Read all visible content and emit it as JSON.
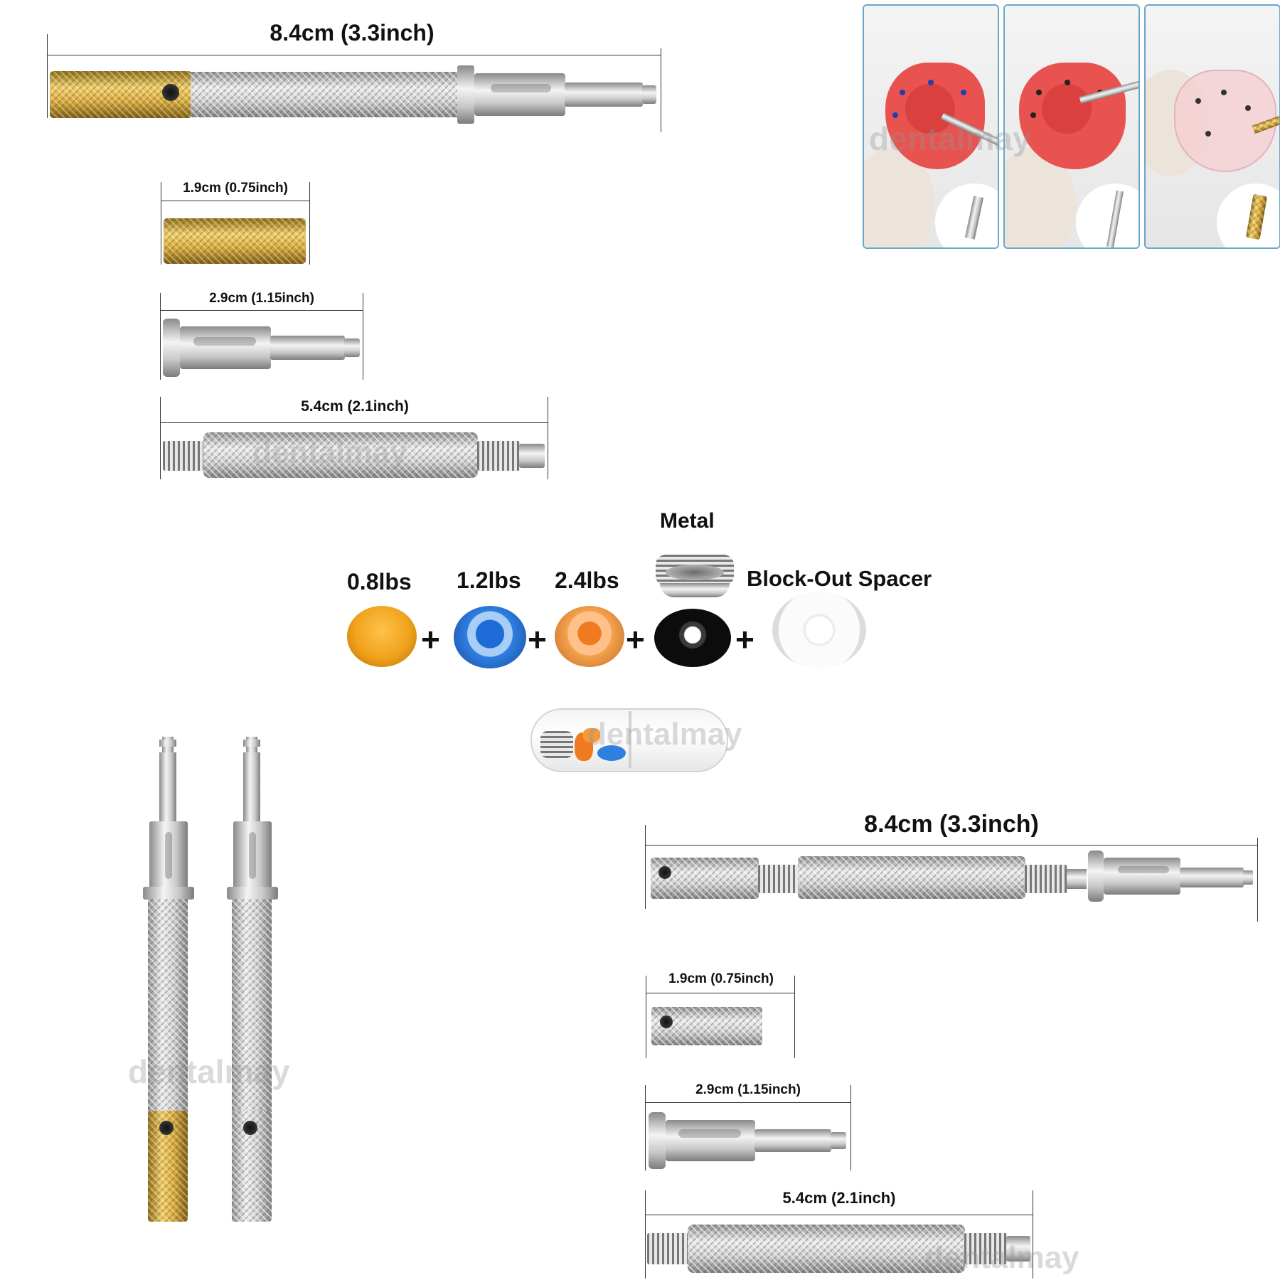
{
  "top_left_set": {
    "full_length": "8.4cm (3.3inch)",
    "sleeve": "1.9cm (0.75inch)",
    "tip": "2.9cm (1.15inch)",
    "shaft": "5.4cm (2.1inch)"
  },
  "bottom_right_set": {
    "full_length": "8.4cm (3.3inch)",
    "sleeve": "1.9cm (0.75inch)",
    "tip": "2.9cm (1.15inch)",
    "shaft": "5.4cm (2.1inch)"
  },
  "accessories": {
    "metal_label": "Metal",
    "spacer_label": "Block-Out Spacer",
    "caps": [
      {
        "label": "0.8lbs",
        "color": "#f0a21c"
      },
      {
        "label": "1.2lbs",
        "color": "#2f7fe0"
      },
      {
        "label": "2.4lbs",
        "color": "#f4a24a"
      }
    ],
    "plus": "+"
  },
  "watermark": "dentalmay",
  "colors": {
    "gold": "#d7a93b",
    "steel": "#cfcfcf",
    "panel_border": "#6aa7c7",
    "denture_pink": "#e8524f"
  }
}
